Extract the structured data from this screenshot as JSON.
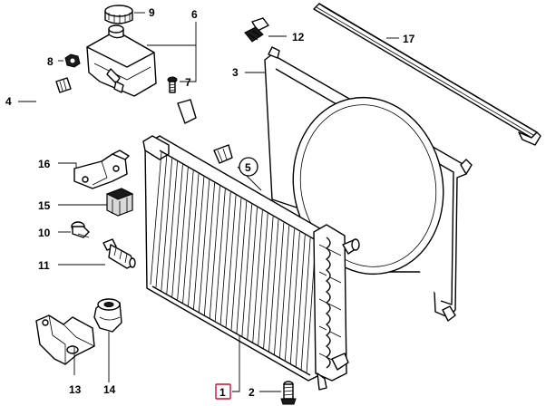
{
  "callouts": {
    "p1": "1",
    "p2": "2",
    "p3": "3",
    "p4": "4",
    "p5": "5",
    "p6": "6",
    "p7": "7",
    "p8": "8",
    "p9": "9",
    "p10": "10",
    "p11": "11",
    "p12": "12",
    "p13": "13",
    "p14": "14",
    "p15": "15",
    "p16": "16",
    "p17": "17"
  },
  "highlighted_part": "1",
  "colors": {
    "highlight": "#c8102e",
    "line": "#000000",
    "background": "#ffffff"
  }
}
